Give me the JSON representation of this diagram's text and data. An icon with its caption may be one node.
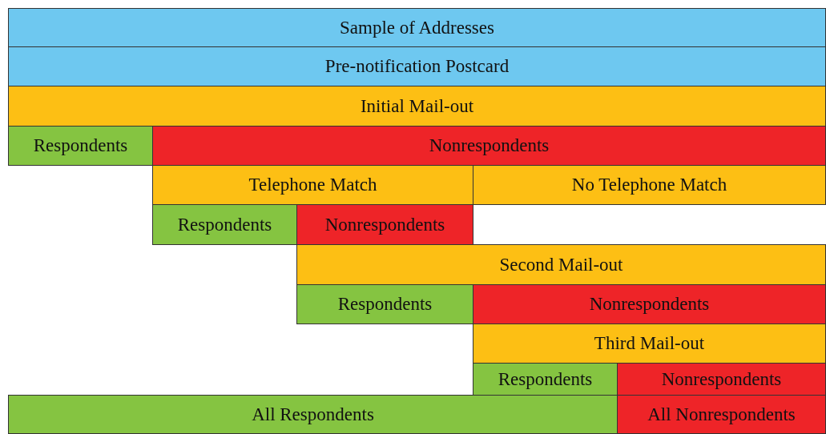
{
  "diagram": {
    "nodes": [
      {
        "text": [
          "Sample of Addresses"
        ]
      },
      {
        "text": [
          "Pre-notification Postcard"
        ]
      },
      {
        "text": [
          "Initial Mail-out"
        ]
      },
      {
        "text": [
          "Respondents"
        ]
      },
      {
        "text": [
          "Nonrespondents"
        ]
      },
      {
        "text": [
          "Telephone Match"
        ]
      },
      {
        "text": [
          "No Telephone Match"
        ]
      },
      {
        "text": [
          "Respondents"
        ]
      },
      {
        "text": [
          "Nonrespondents"
        ]
      },
      {
        "text": [
          "Second Mail-out"
        ]
      },
      {
        "text": [
          "Respondents"
        ]
      },
      {
        "text": [
          "Nonrespondents"
        ]
      },
      {
        "text": [
          "Third Mail-out"
        ]
      },
      {
        "text": [
          "Respondents"
        ]
      },
      {
        "text": [
          "Nonrespondents"
        ]
      },
      {
        "text": [
          "All Respondents"
        ]
      },
      {
        "text": [
          "All Nonrespondents"
        ]
      }
    ]
  }
}
